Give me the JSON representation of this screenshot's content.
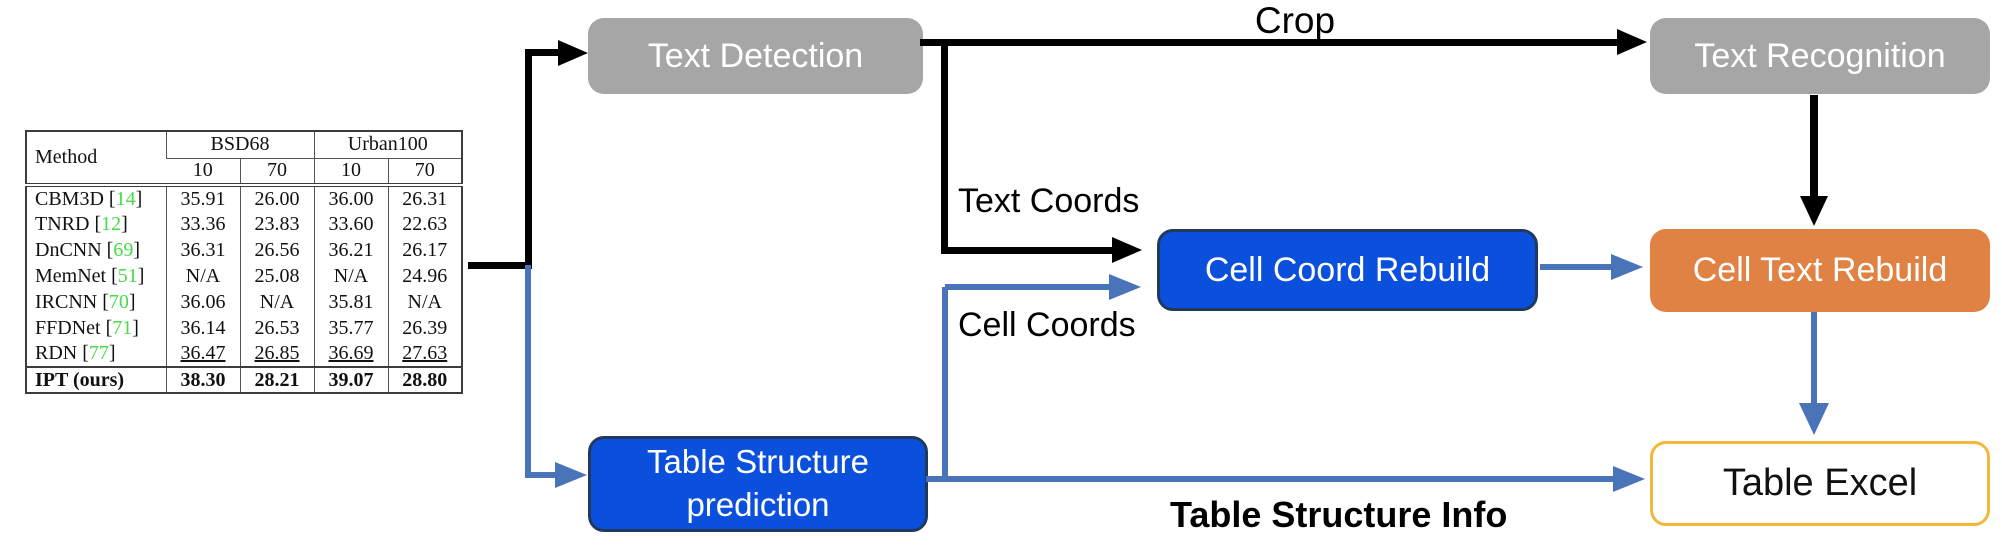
{
  "diagram": {
    "nodes": {
      "text_detection": {
        "label": "Text Detection"
      },
      "text_recognition": {
        "label": "Text Recognition"
      },
      "cell_coord_rebuild": {
        "label": "Cell Coord Rebuild"
      },
      "cell_text_rebuild": {
        "label": "Cell Text Rebuild"
      },
      "table_structure_prediction": {
        "label": "Table Structure prediction"
      },
      "table_excel": {
        "label": "Table Excel"
      }
    },
    "edge_labels": {
      "crop": "Crop",
      "text_coords": "Text Coords",
      "cell_coords": "Cell Coords",
      "table_structure_info": "Table Structure Info"
    },
    "colors": {
      "gray_node": "#a6a6a6",
      "blue_node": "#0b4fdd",
      "orange_node": "#e08244",
      "excel_border": "#f3b73c",
      "blue_arrow": "#4a74b9",
      "black_arrow": "#000000",
      "citation_green": "#44dd44"
    }
  },
  "table": {
    "header": {
      "method": "Method",
      "groups": [
        "BSD68",
        "Urban100"
      ],
      "subcols": [
        "10",
        "70",
        "10",
        "70"
      ]
    },
    "rows": [
      {
        "method": "CBM3D",
        "cite": "14",
        "values": [
          "35.91",
          "26.00",
          "36.00",
          "26.31"
        ]
      },
      {
        "method": "TNRD",
        "cite": "12",
        "values": [
          "33.36",
          "23.83",
          "33.60",
          "22.63"
        ]
      },
      {
        "method": "DnCNN",
        "cite": "69",
        "values": [
          "36.31",
          "26.56",
          "36.21",
          "26.17"
        ]
      },
      {
        "method": "MemNet",
        "cite": "51",
        "values": [
          "N/A",
          "25.08",
          "N/A",
          "24.96"
        ]
      },
      {
        "method": "IRCNN",
        "cite": "70",
        "values": [
          "36.06",
          "N/A",
          "35.81",
          "N/A"
        ]
      },
      {
        "method": "FFDNet",
        "cite": "71",
        "values": [
          "36.14",
          "26.53",
          "35.77",
          "26.39"
        ]
      },
      {
        "method": "RDN",
        "cite": "77",
        "values": [
          "36.47",
          "26.85",
          "36.69",
          "27.63"
        ],
        "underline": true
      },
      {
        "method": "IPT (ours)",
        "cite": null,
        "values": [
          "38.30",
          "28.21",
          "39.07",
          "28.80"
        ],
        "bold": true
      }
    ]
  }
}
